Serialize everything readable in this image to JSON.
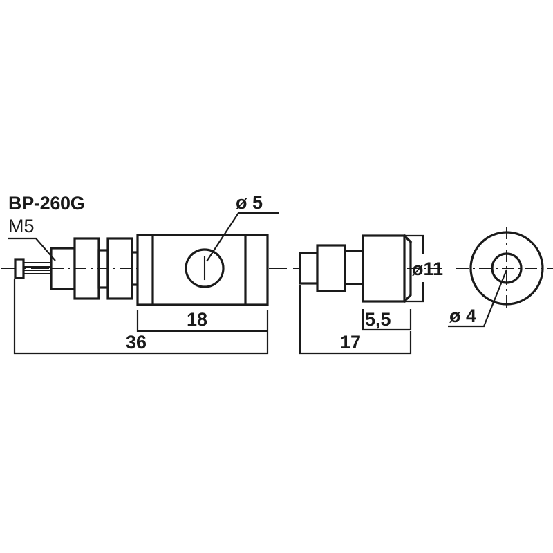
{
  "document": {
    "kind": "technical-dimension-drawing",
    "background_color": "#ffffff",
    "line_color": "#1a1a1a"
  },
  "labels": {
    "part_number": "BP-260G",
    "thread_spec": "M5"
  },
  "dimensions": {
    "body_length": "18",
    "total_length": "36",
    "head_length": "5,5",
    "side_total_length": "17",
    "hole_diameter": "ø 5",
    "head_diameter": "ø11",
    "bore_diameter": "ø 4"
  },
  "views": [
    {
      "id": "front-assembly-view",
      "name": "Front assembly view",
      "description": "Stepped shaft assembly with threaded M5 end, two hex nuts and rectangular body with through hole"
    },
    {
      "id": "side-stepped-view",
      "name": "Side stepped view",
      "description": "Stepped cylindrical part with chamfered head"
    },
    {
      "id": "end-circular-view",
      "name": "End circular view",
      "description": "Concentric circles showing outer diameter and central bore with crosshair centre lines"
    }
  ],
  "annotations": [
    {
      "id": "m5-leader",
      "text": "M5",
      "target": "threaded-shaft"
    },
    {
      "id": "dia5-leader",
      "text": "ø 5",
      "target": "body-through-hole"
    },
    {
      "id": "dia4-leader",
      "text": "ø 4",
      "target": "end-view-bore"
    },
    {
      "id": "dia11-dim",
      "text": "ø11",
      "target": "head-outer-diameter"
    }
  ]
}
